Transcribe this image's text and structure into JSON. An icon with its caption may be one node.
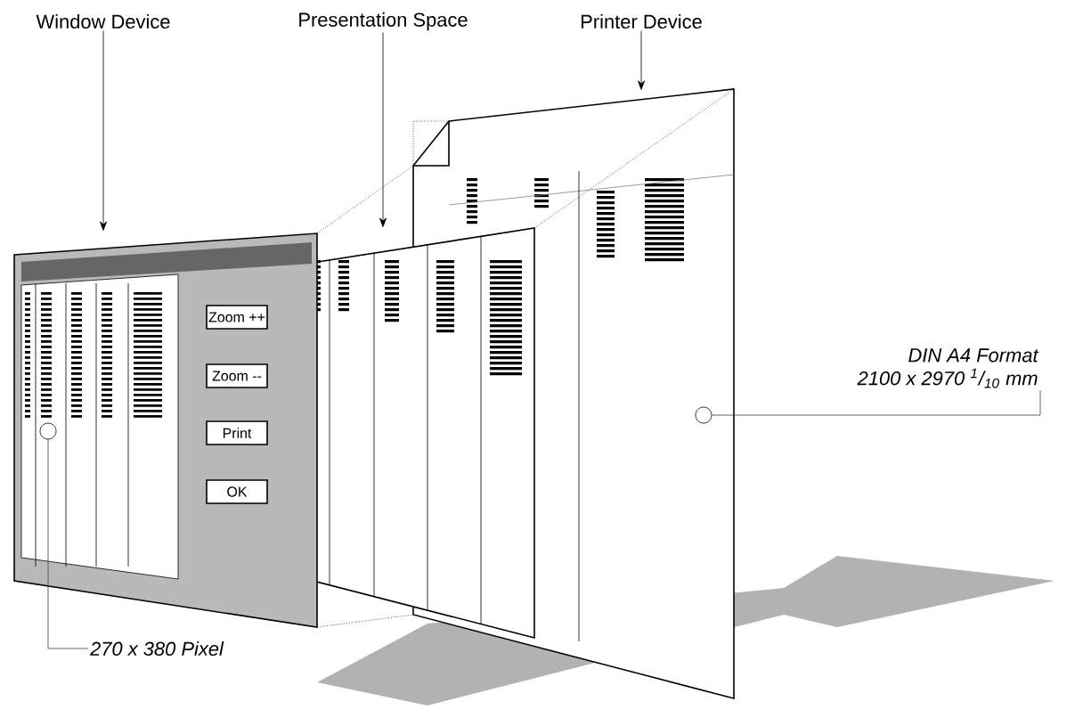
{
  "diagram": {
    "nodes": [
      {
        "text": [
          "Window Device"
        ]
      },
      {
        "text": [
          "Presentation Space"
        ]
      },
      {
        "text": [
          "Printer Device"
        ]
      },
      {
        "text": [],
        "shape": "box"
      },
      {
        "text": [],
        "shape": "box"
      },
      {
        "text": [],
        "shape": "box"
      },
      {
        "text": [
          "Zoom ++"
        ],
        "in": 3
      },
      {
        "text": [
          "Zoom --"
        ],
        "in": 3
      },
      {
        "text": [
          "Print"
        ],
        "in": 3
      },
      {
        "text": [
          "OK"
        ],
        "in": 3
      },
      {
        "text": [
          "270 x 380 Pixel"
        ]
      },
      {
        "text": [],
        "shape": "circle",
        "in": 3
      },
      {
        "text": [
          "DIN A4 Format",
          "2100 x 2970 $^{1}$/$_{10}$ mm"
        ]
      },
      {
        "text": [],
        "shape": "circle",
        "in": 5
      }
    ],
    "edges": [
      {
        "from": 0,
        "to": 3,
        "arrow": "to"
      },
      {
        "from": 1,
        "to": 4,
        "arrow": "to"
      },
      {
        "from": 2,
        "to": 5,
        "arrow": "to"
      },
      {
        "from": 10,
        "to": 11,
        "arrow": "none"
      },
      {
        "from": 12,
        "to": 13,
        "arrow": "none"
      },
      {
        "from": 3,
        "to": 5,
        "arrow": "none",
        "style": "dashed"
      },
      {
        "from": 4,
        "to": 5,
        "arrow": "none",
        "style": "dashed"
      },
      {
        "from": 3,
        "to": 5,
        "arrow": "none",
        "style": "dashed"
      }
    ]
  }
}
